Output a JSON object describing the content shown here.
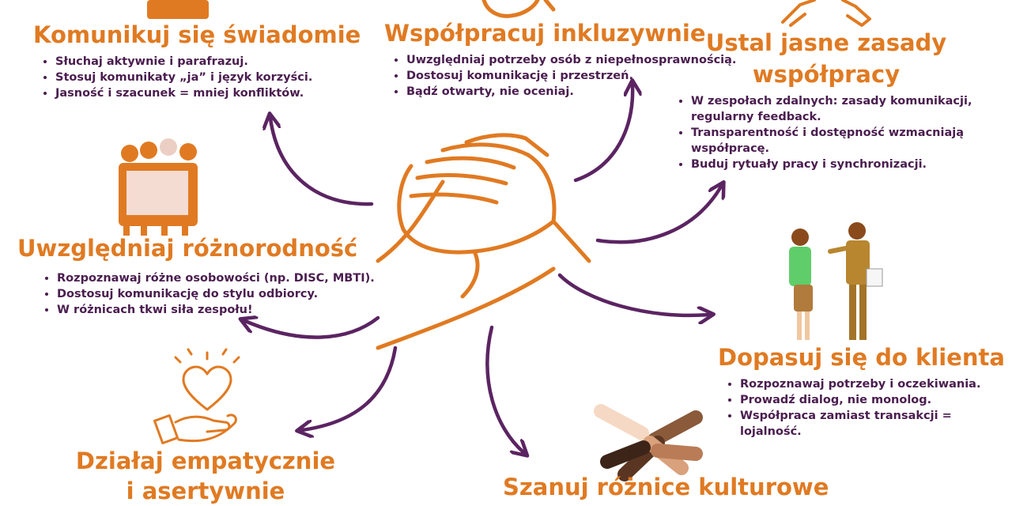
{
  "colors": {
    "orange": "#e07a22",
    "purple": "#5b2462",
    "text_purple": "#4a1d4f"
  },
  "sections": [
    {
      "id": "komunikuj",
      "title": "Komunikuj się świadomie",
      "points": [
        "Słuchaj aktywnie i parafrazuj.",
        "Stosuj komunikaty „ja” i język korzyści.",
        "Jasność i szacunek = mniej konfliktów."
      ],
      "icon": "woman-portrait-icon"
    },
    {
      "id": "wspolpracuj",
      "title": "Współpracuj inkluzywnie",
      "points": [
        "Uwzględniaj potrzeby osób z niepełnosprawnością.",
        "Dostosuj komunikację i przestrzeń.",
        "Bądź otwarty, nie oceniaj."
      ],
      "icon": "wheelchair-icon"
    },
    {
      "id": "ustal",
      "title_lines": [
        "Ustal jasne zasady",
        "współpracy"
      ],
      "points": [
        "W zespołach zdalnych: zasady komunikacji, regularny feedback.",
        "Transparentność i dostępność wzmacniają współpracę.",
        "Buduj rytuały pracy i synchronizacji."
      ],
      "icon": "handshake-icon"
    },
    {
      "id": "roznorodnosc",
      "title": "Uwzględniaj różnorodność",
      "points": [
        "Rozpoznawaj różne osobowości (np. DISC, MBTI).",
        "Dostosuj komunikację do stylu odbiorcy.",
        "W różnicach tkwi siła zespołu!"
      ],
      "icon": "diverse-women-group-icon"
    },
    {
      "id": "klient",
      "title": "Dopasuj się do klienta",
      "points": [
        "Rozpoznawaj potrzeby i oczekiwania.",
        "Prowadź dialog, nie monolog.",
        "Współpraca zamiast transakcji = lojalność."
      ],
      "icon": "business-conversation-icon"
    },
    {
      "id": "empatia",
      "title_lines": [
        "Działaj empatycznie",
        "i asertywnie"
      ],
      "icon": "heart-in-hand-icon"
    },
    {
      "id": "kultura",
      "title": "Szanuj różnice kulturowe",
      "icon": "stacked-hands-icon"
    }
  ],
  "center_icon": "clasped-hands-icon"
}
